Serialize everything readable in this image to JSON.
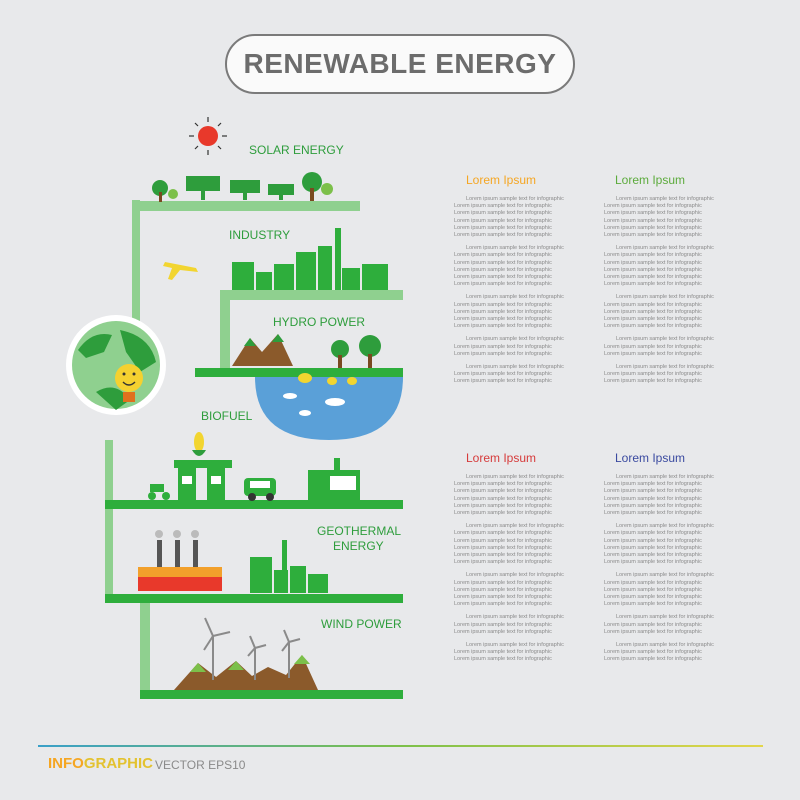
{
  "title": "RENEWABLE ENERGY",
  "sections": [
    {
      "id": "solar",
      "label": "SOLAR ENERGY"
    },
    {
      "id": "industry",
      "label": "INDUSTRY"
    },
    {
      "id": "hydro",
      "label": "HYDRO POWER"
    },
    {
      "id": "biofuel",
      "label": "BIOFUEL"
    },
    {
      "id": "geo1",
      "label": "GEOTHERMAL"
    },
    {
      "id": "geo2",
      "label": "ENERGY"
    },
    {
      "id": "wind",
      "label": "WIND POWER"
    }
  ],
  "columns": [
    {
      "heading": "Lorem Ipsum",
      "color": "#f5a623"
    },
    {
      "heading": "Lorem Ipsum",
      "color": "#5cab3c"
    },
    {
      "heading": "Lorem Ipsum",
      "color": "#d63b3b"
    },
    {
      "heading": "Lorem Ipsum",
      "color": "#3a4aa0"
    }
  ],
  "body_line_long": "Lorem ipsum sample text  for infographic",
  "body_line_short": "Lorem ipsum sample text  for infographic",
  "footer": {
    "word_a": "INFO",
    "word_b": "GRAPHIC",
    "sub": "VECTOR EPS10"
  },
  "colors": {
    "green": "#2e9d3c",
    "light_green": "#8fd08f",
    "accent": "#f5a623"
  }
}
